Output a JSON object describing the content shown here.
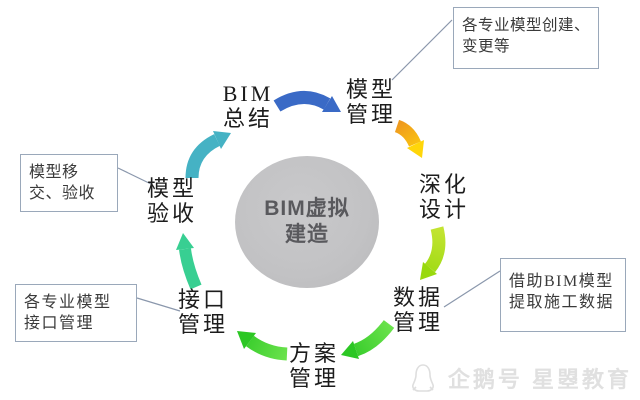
{
  "diagram": {
    "type": "cycle",
    "center": {
      "line1": "BIM虚拟",
      "line2": "建造"
    },
    "nodes": [
      {
        "id": "bim-summary",
        "line1": "BIM",
        "line2": "总结"
      },
      {
        "id": "model-management",
        "line1": "模型",
        "line2": "管理"
      },
      {
        "id": "detailed-design",
        "line1": "深化",
        "line2": "设计"
      },
      {
        "id": "data-management",
        "line1": "数据",
        "line2": "管理"
      },
      {
        "id": "plan-management",
        "line1": "方案",
        "line2": "管理"
      },
      {
        "id": "interface-management",
        "line1": "接口",
        "line2": "管理"
      },
      {
        "id": "model-acceptance",
        "line1": "模型",
        "line2": "验收"
      }
    ],
    "arrows": [
      {
        "from": "bim-summary",
        "to": "model-management",
        "color_start": "#3a6ac6",
        "color_end": "#3a6ac6"
      },
      {
        "from": "model-management",
        "to": "detailed-design",
        "color_start": "#ef9a1e",
        "color_end": "#ffd60a"
      },
      {
        "from": "detailed-design",
        "to": "data-management",
        "color_start": "#c3e432",
        "color_end": "#99d90e"
      },
      {
        "from": "data-management",
        "to": "plan-management",
        "color_start": "#6ae24c",
        "color_end": "#2cc724"
      },
      {
        "from": "plan-management",
        "to": "interface-management",
        "color_start": "#6ae24c",
        "color_end": "#2cc724"
      },
      {
        "from": "interface-management",
        "to": "model-acceptance",
        "color_start": "#38cf92",
        "color_end": "#38cf92"
      },
      {
        "from": "model-acceptance",
        "to": "bim-summary",
        "color_start": "#45b2c4",
        "color_end": "#45b2c4"
      }
    ],
    "callouts": [
      {
        "id": "model-creation-note",
        "attached_to": "model-management",
        "text": "各专业模型创建、变更等"
      },
      {
        "id": "model-handover-note",
        "attached_to": "model-acceptance",
        "text": "模型移交、验收"
      },
      {
        "id": "interface-note",
        "attached_to": "interface-management",
        "text": "各专业模型接口管理"
      },
      {
        "id": "data-extraction-note",
        "attached_to": "data-management",
        "text": "借助BIM模型提取施工数据"
      }
    ],
    "circle_color": "#c2c2c4",
    "center_text_color": "#59595d",
    "callout_border_color": "#9aa8ba"
  },
  "watermark": {
    "icon": "penguin-icon",
    "text": "企鹅号 星曌教育"
  }
}
